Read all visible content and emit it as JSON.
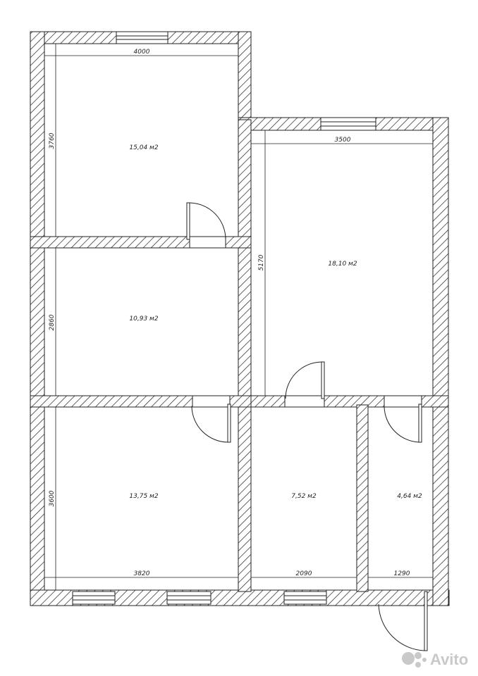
{
  "dimensions": {
    "top_left_width": "4000",
    "top_left_height": "3760",
    "middle_left_height": "2860",
    "bottom_left_height": "3600",
    "bottom_left_width": "3820",
    "right_big_width": "3500",
    "right_big_height": "5170",
    "bottom_middle_width": "2090",
    "bottom_right_width": "1290"
  },
  "rooms": {
    "top_left_area": "15,04 м2",
    "middle_left_area": "10,93 м2",
    "bottom_left_area": "13,75 м2",
    "right_big_area": "18,10 м2",
    "bottom_middle_area": "7,52 м2",
    "bottom_right_area": "4,64 м2"
  },
  "watermark": "Avito",
  "colors": {
    "line": "#222222",
    "fill": "#ffffff",
    "watermark": "#c9c9c9"
  }
}
